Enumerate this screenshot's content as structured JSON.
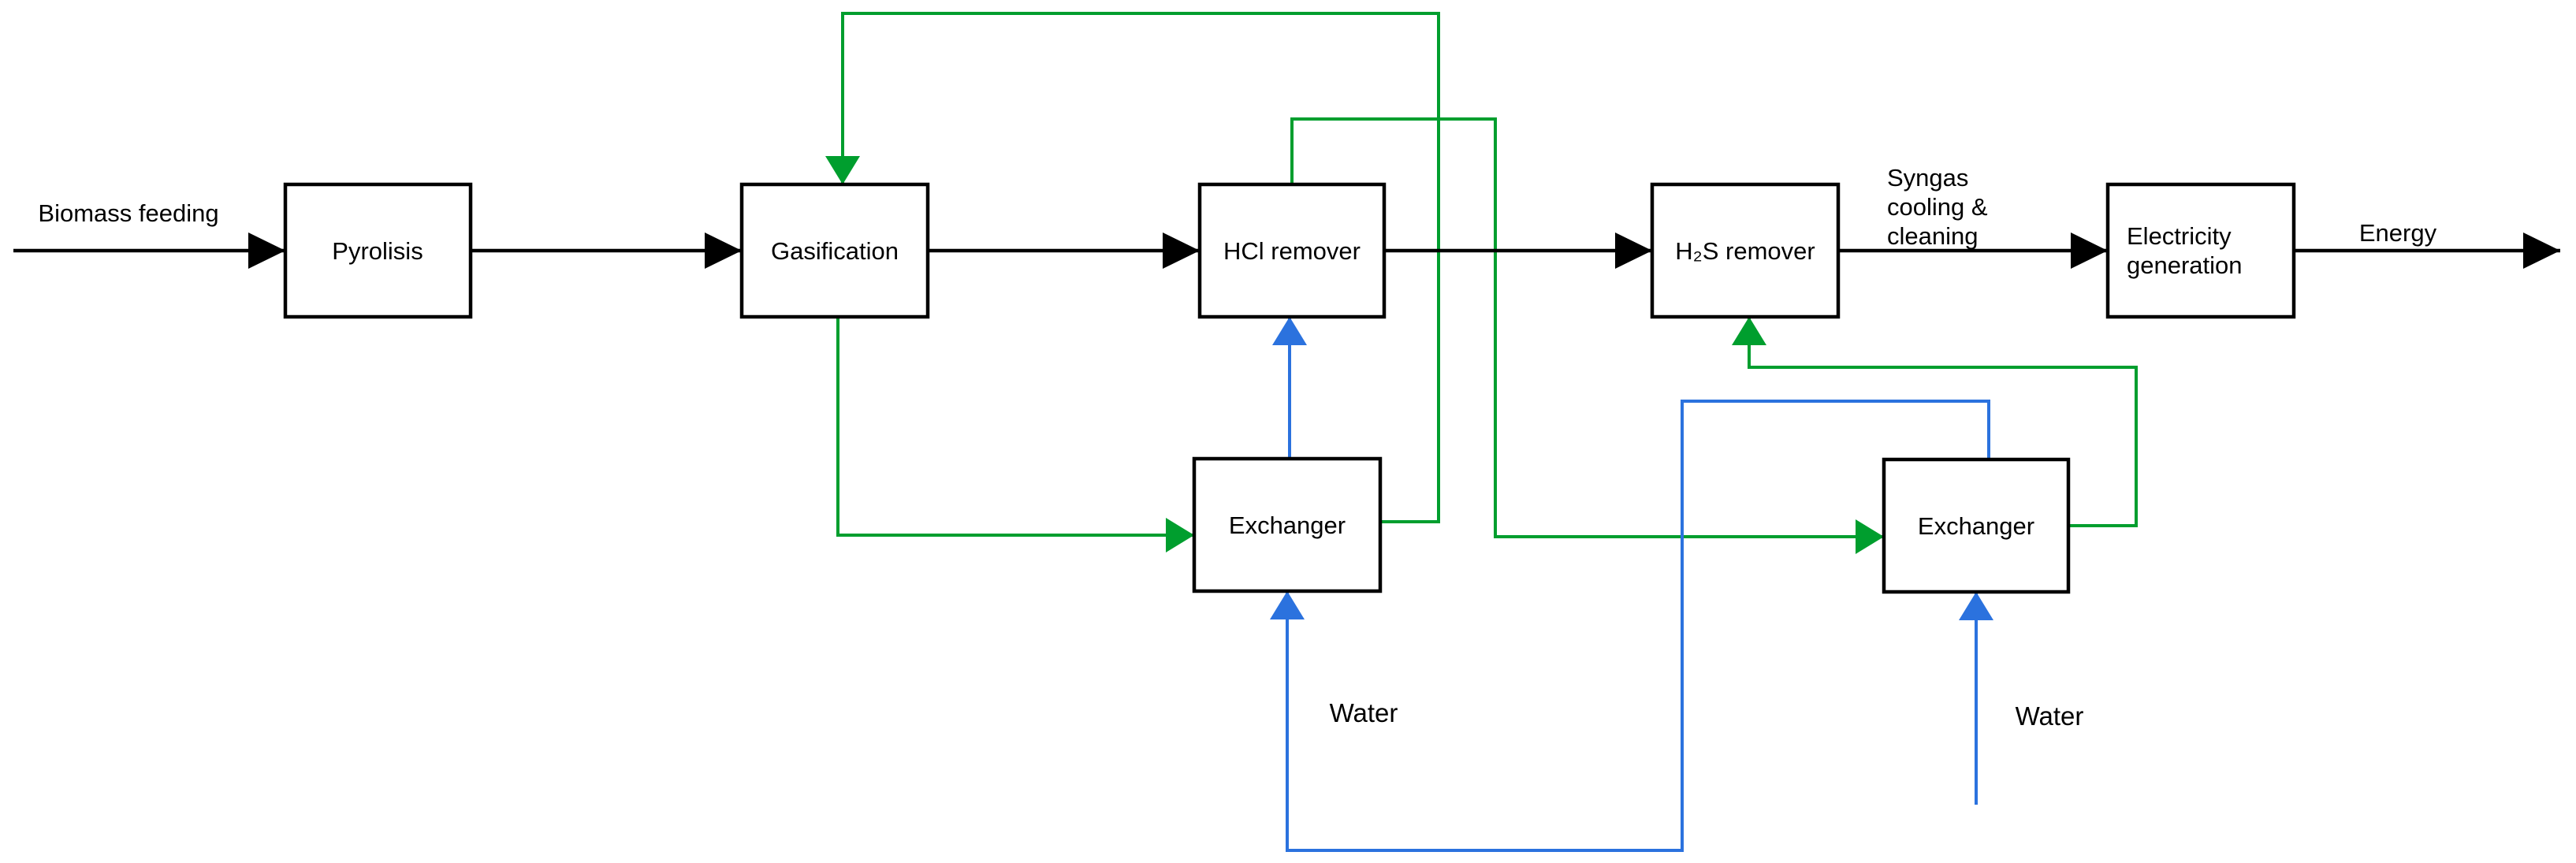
{
  "diagram": {
    "type": "process-flow-diagram",
    "colors": {
      "flow_black": "#000000",
      "recycle_green": "#009E2E",
      "water_blue": "#2B72DE",
      "background": "#ffffff"
    },
    "boxes": {
      "pyrolisis": "Pyrolisis",
      "gasification": "Gasification",
      "hcl_remover": "HCl remover",
      "h2s_remover": "H₂S remover",
      "electricity_line1": "Electricity",
      "electricity_line2": "generation",
      "exchanger_left": "Exchanger",
      "exchanger_right": "Exchanger"
    },
    "labels": {
      "input_stream": "Biomass feeding",
      "output_stream": "Energy",
      "syngas_line1": "Syngas",
      "syngas_line2": "cooling &",
      "syngas_line3": "cleaning",
      "water_left": "Water",
      "water_right": "Water"
    }
  }
}
